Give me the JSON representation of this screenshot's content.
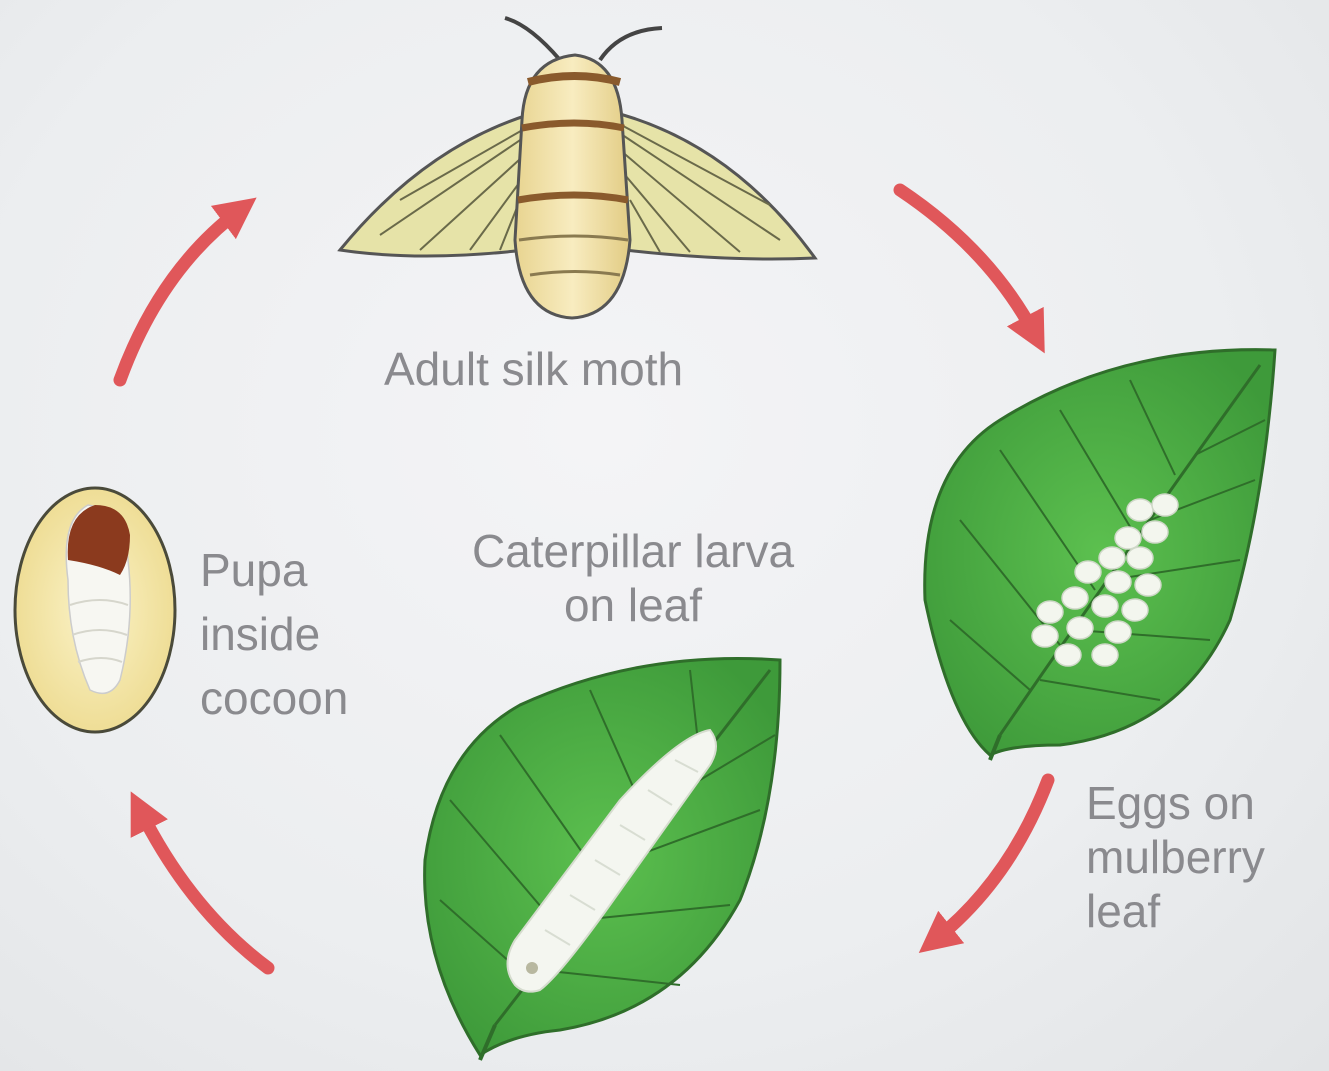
{
  "stages": {
    "adult": {
      "label": "Adult silk moth"
    },
    "eggs": {
      "lines": [
        "Eggs on",
        "mulberry",
        "leaf"
      ]
    },
    "larva": {
      "lines": [
        "Caterpillar larva",
        "on leaf"
      ]
    },
    "pupa": {
      "lines": [
        "Pupa",
        "inside",
        "cocoon"
      ]
    }
  },
  "colors": {
    "arrow": "#e0575a",
    "leaf": "#4fae45",
    "leaf_vein": "#2f6e2a",
    "moth_body": "#f0dfa0",
    "moth_stripe": "#8a5a2c",
    "wing": "#e6e3a8",
    "cocoon": "#f2e6a8",
    "pupa_head": "#8b3a1e",
    "label": "#8a8a8e"
  }
}
